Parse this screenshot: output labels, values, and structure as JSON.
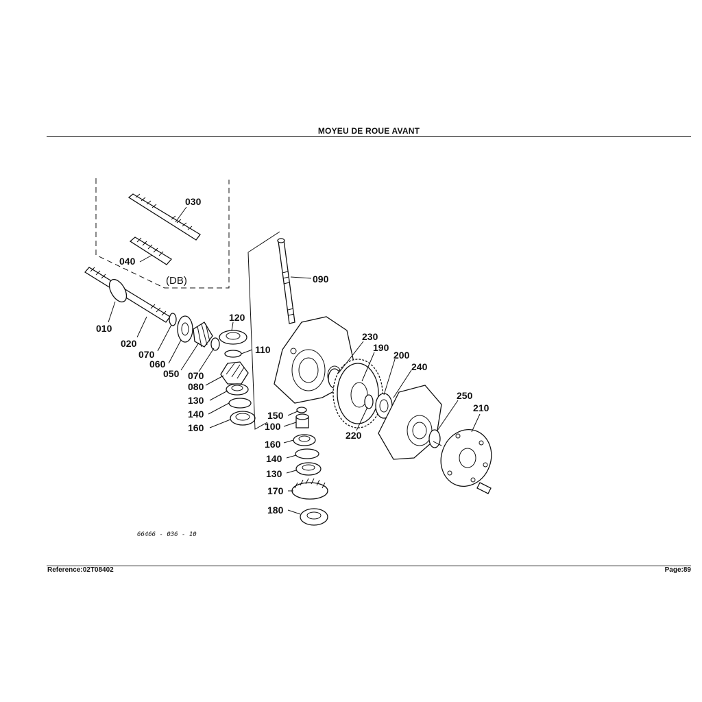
{
  "header": {
    "title": "MOYEU DE ROUE AVANT"
  },
  "footer": {
    "reference": "Reference:02T08402",
    "page": "Page:89"
  },
  "diagram": {
    "drawing_code": "66466 - 036 - 10",
    "inset_label": "(DB)",
    "labels": {
      "p010": "010",
      "p020": "020",
      "p030": "030",
      "p040": "040",
      "p050": "050",
      "p060": "060",
      "p070a": "070",
      "p070b": "070",
      "p080": "080",
      "p090": "090",
      "p100": "100",
      "p110": "110",
      "p120": "120",
      "p130a": "130",
      "p130b": "130",
      "p140a": "140",
      "p140b": "140",
      "p150": "150",
      "p160a": "160",
      "p160b": "160",
      "p170": "170",
      "p180": "180",
      "p190": "190",
      "p200": "200",
      "p210": "210",
      "p220": "220",
      "p230": "230",
      "p240": "240",
      "p250": "250"
    }
  }
}
